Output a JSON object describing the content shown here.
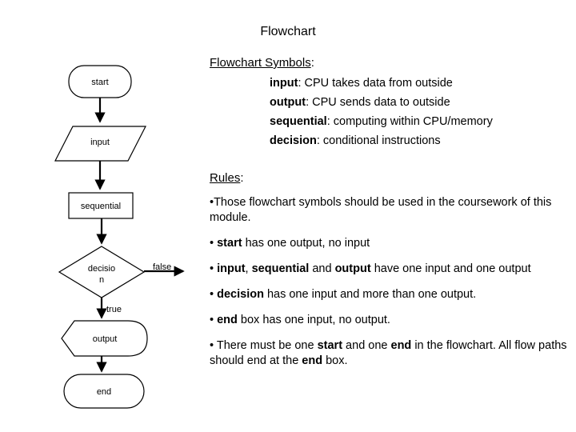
{
  "page": {
    "title": "Flowchart",
    "background_color": "#ffffff",
    "text_color": "#000000"
  },
  "flowchart": {
    "name": "flowchart-diagram",
    "nodes": [
      {
        "id": "start",
        "label": "start",
        "shape": "terminator-rounded"
      },
      {
        "id": "input",
        "label": "input",
        "shape": "parallelogram"
      },
      {
        "id": "sequential",
        "label": "sequential",
        "shape": "rectangle"
      },
      {
        "id": "decision",
        "label": "decisio\nn",
        "label_line1": "decisio",
        "label_line2": "n",
        "shape": "diamond"
      },
      {
        "id": "output",
        "label": "output",
        "shape": "display"
      },
      {
        "id": "end",
        "label": "end",
        "shape": "terminator-rounded"
      }
    ],
    "edges": [
      {
        "from": "start",
        "to": "input",
        "label": ""
      },
      {
        "from": "input",
        "to": "sequential",
        "label": ""
      },
      {
        "from": "sequential",
        "to": "decision",
        "label": ""
      },
      {
        "from": "decision",
        "to": "output",
        "label": "true"
      },
      {
        "from": "decision",
        "to": "",
        "label": "false"
      },
      {
        "from": "output",
        "to": "end",
        "label": ""
      }
    ],
    "edge_labels": {
      "false": "false",
      "true": "true"
    }
  },
  "symbols_section": {
    "heading_underlined": "Flowchart Symbols",
    "heading_suffix": ":",
    "items": [
      {
        "term": "input",
        "separator": ": ",
        "description": "CPU takes data from outside"
      },
      {
        "term": "output",
        "separator": ": ",
        "description": "CPU sends data to outside"
      },
      {
        "term": "sequential",
        "separator": ": ",
        "description": "computing within CPU/memory"
      },
      {
        "term": "decision",
        "separator": ": ",
        "description": "conditional instructions"
      }
    ]
  },
  "rules_section": {
    "heading_underlined": "Rules",
    "heading_suffix": ":",
    "bullet": "•",
    "items": [
      {
        "id": "rule-coursework",
        "parts": [
          {
            "text": "Those flowchart symbols should be used in the coursework of this module.",
            "bold": false
          }
        ]
      },
      {
        "id": "rule-start",
        "parts": [
          {
            "text": " ",
            "bold": false
          },
          {
            "text": "start",
            "bold": true
          },
          {
            "text": " has one output, no input",
            "bold": false
          }
        ]
      },
      {
        "id": "rule-io-seq",
        "parts": [
          {
            "text": " ",
            "bold": false
          },
          {
            "text": "input",
            "bold": true
          },
          {
            "text": ", ",
            "bold": false
          },
          {
            "text": "sequential",
            "bold": true
          },
          {
            "text": " and ",
            "bold": false
          },
          {
            "text": "output",
            "bold": true
          },
          {
            "text": " have one input and one output",
            "bold": false
          }
        ]
      },
      {
        "id": "rule-decision",
        "parts": [
          {
            "text": " ",
            "bold": false
          },
          {
            "text": "decision",
            "bold": true
          },
          {
            "text": " has one input and more than one output.",
            "bold": false
          }
        ]
      },
      {
        "id": "rule-end",
        "parts": [
          {
            "text": " ",
            "bold": false
          },
          {
            "text": "end",
            "bold": true
          },
          {
            "text": " box has one input, no output.",
            "bold": false
          }
        ]
      },
      {
        "id": "rule-one-start-one-end",
        "parts": [
          {
            "text": " There must be one ",
            "bold": false
          },
          {
            "text": "start",
            "bold": true
          },
          {
            "text": " and one ",
            "bold": false
          },
          {
            "text": "end",
            "bold": true
          },
          {
            "text": " in the flowchart. All flow paths should end at the ",
            "bold": false
          },
          {
            "text": "end",
            "bold": true
          },
          {
            "text": " box.",
            "bold": false
          }
        ]
      }
    ]
  }
}
